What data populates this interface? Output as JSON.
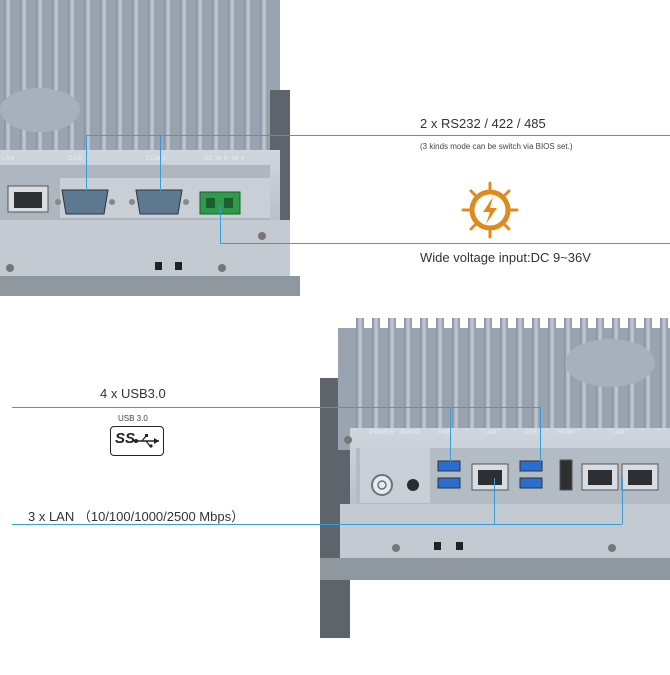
{
  "top_device": {
    "port_labels": [
      "LAN",
      "COM 2",
      "COM 1",
      "DC IN 9~36 V"
    ]
  },
  "bottom_device": {
    "port_labels": [
      "POWER",
      "AUDIO",
      "USB",
      "LAN",
      "USB",
      "HDMI",
      "LAN"
    ]
  },
  "callouts": {
    "serial_title": "2 x RS232 / 422 / 485",
    "serial_note": "(3 kinds mode can be switch via BIOS set.)",
    "power_title": "Wide voltage input:DC 9~36V",
    "usb_title": "4 x USB3.0",
    "usb_logo_caption": "USB 3.0",
    "usb_logo_text": "SS",
    "lan_title": "3 x LAN （10/100/1000/2500 Mbps）"
  },
  "colors": {
    "callout_line": "#3b9bd6",
    "usb_port_blue": "#2a6fd0",
    "terminal_green": "#2e9b4a",
    "bolt_orange": "#e08a1e"
  }
}
